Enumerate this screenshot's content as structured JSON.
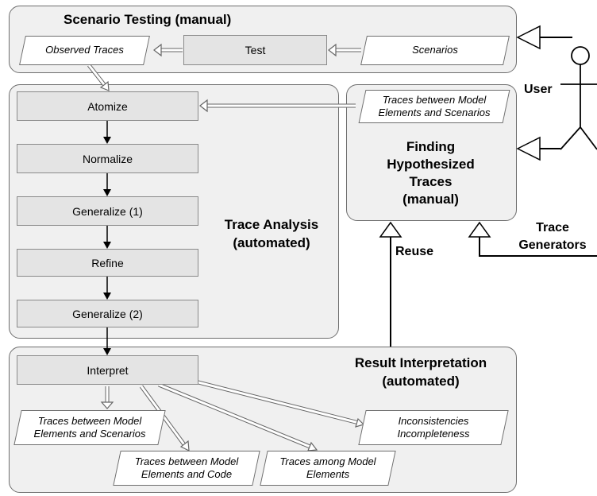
{
  "panels": {
    "scenario_testing": {
      "title": "Scenario Testing (manual)"
    },
    "trace_analysis": {
      "title_line1": "Trace Analysis",
      "title_line2": "(automated)"
    },
    "finding": {
      "line1": "Finding",
      "line2": "Hypothesized",
      "line3": "Traces",
      "line4": "(manual)"
    },
    "result": {
      "title_line1": "Result Interpretation",
      "title_line2": "(automated)"
    }
  },
  "nodes": {
    "observed_traces": "Observed Traces",
    "test": "Test",
    "scenarios": "Scenarios",
    "atomize": "Atomize",
    "normalize": "Normalize",
    "generalize1": "Generalize (1)",
    "refine": "Refine",
    "generalize2": "Generalize (2)",
    "interpret": "Interpret",
    "traces_model_scenarios_top": {
      "line1": "Traces between Model",
      "line2": "Elements and Scenarios"
    },
    "traces_model_scenarios_bottom": {
      "line1": "Traces between Model",
      "line2": "Elements and Scenarios"
    },
    "traces_model_code": {
      "line1": "Traces between Model",
      "line2": "Elements and Code"
    },
    "traces_among": {
      "line1": "Traces among Model",
      "line2": "Elements"
    },
    "inconsistencies": {
      "line1": "Inconsistencies",
      "line2": "Incompleteness"
    }
  },
  "actors": {
    "user": "User",
    "reuse": "Reuse",
    "trace_generators": {
      "line1": "Trace",
      "line2": "Generators"
    }
  }
}
